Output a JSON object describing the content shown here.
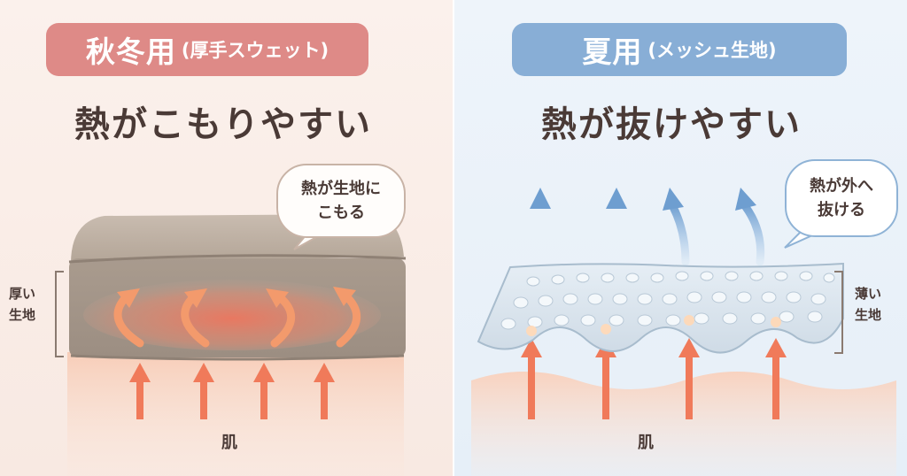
{
  "left": {
    "badge_main": "秋冬用",
    "badge_sub": "(厚手スウェット)",
    "headline": "熱がこもりやすい",
    "bubble_line1": "熱が生地に",
    "bubble_line2": "こもる",
    "side_line1": "厚い",
    "side_line2": "生地",
    "skin": "肌"
  },
  "right": {
    "badge_main": "夏用",
    "badge_sub": "(メッシュ生地)",
    "headline": "熱が抜けやすい",
    "bubble_line1": "熱が外へ",
    "bubble_line2": "抜ける",
    "side_line1": "薄い",
    "side_line2": "生地",
    "skin": "肌"
  },
  "colors": {
    "winter_badge": "#de8a87",
    "summer_badge": "#88aed6",
    "heat_arrow": "#f07a5a",
    "escape_arrow": "#8fb8e0",
    "fleece": "#b8aa9e",
    "mesh": "#d8e4ee",
    "skin": "#f9d8c7",
    "text": "#4a3a36"
  }
}
